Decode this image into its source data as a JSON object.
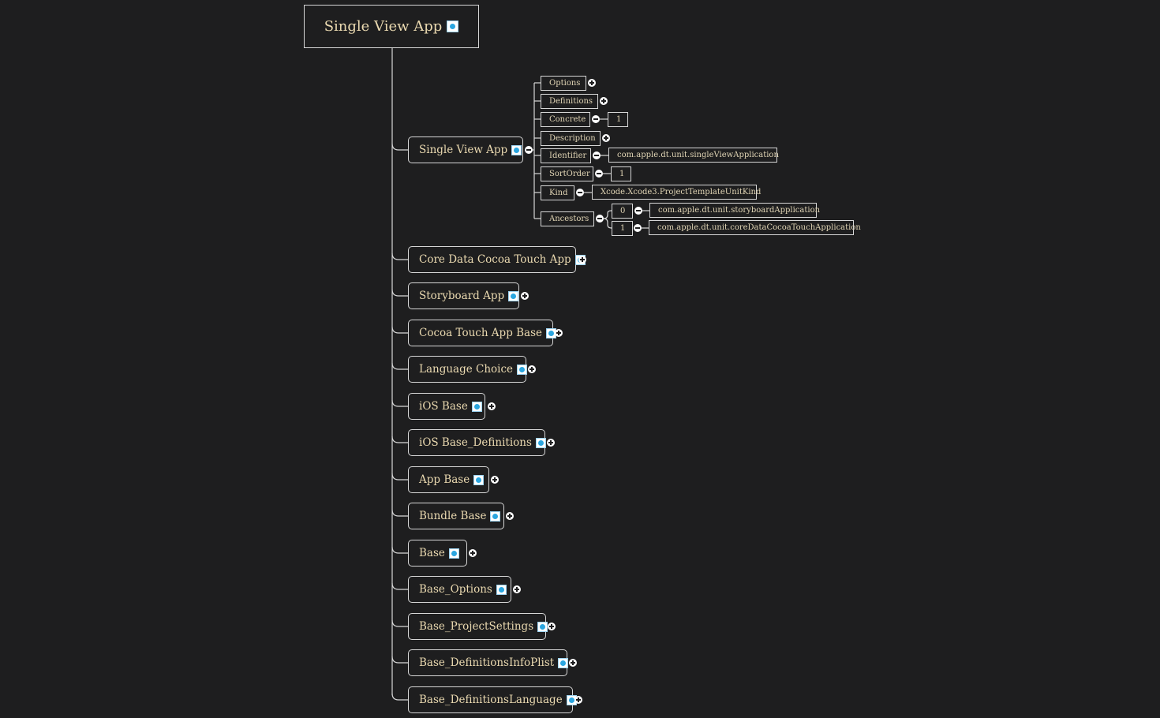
{
  "root": {
    "label": "Single View App",
    "icon": "link-icon"
  },
  "expanded": {
    "label": "Single View App",
    "icon": "link-icon",
    "fields": {
      "options": "Options",
      "definitions": "Definitions",
      "concrete": "Concrete",
      "concrete_value": "1",
      "description": "Description",
      "identifier": "Identifier",
      "identifier_value": "com.apple.dt.unit.singleViewApplication",
      "sortorder": "SortOrder",
      "sortorder_value": "1",
      "kind": "Kind",
      "kind_value": "Xcode.Xcode3.ProjectTemplateUnitKind",
      "ancestors": "Ancestors"
    },
    "ancestors": [
      {
        "index": "0",
        "value": "com.apple.dt.unit.storyboardApplication"
      },
      {
        "index": "1",
        "value": "com.apple.dt.unit.coreDataCocoaTouchApplication"
      }
    ]
  },
  "children": [
    {
      "label": "Core Data Cocoa Touch App"
    },
    {
      "label": "Storyboard App"
    },
    {
      "label": "Cocoa Touch App Base"
    },
    {
      "label": "Language Choice"
    },
    {
      "label": "iOS Base"
    },
    {
      "label": "iOS Base_Definitions"
    },
    {
      "label": "App Base"
    },
    {
      "label": "Bundle Base"
    },
    {
      "label": "Base"
    },
    {
      "label": "Base_Options"
    },
    {
      "label": "Base_ProjectSettings"
    },
    {
      "label": "Base_DefinitionsInfoPlist"
    },
    {
      "label": "Base_DefinitionsLanguage"
    }
  ],
  "colors": {
    "background": "#1e1e1f",
    "line": "#d7d7d7",
    "text": "#ead9b0",
    "icon": "#2aa6e0"
  }
}
